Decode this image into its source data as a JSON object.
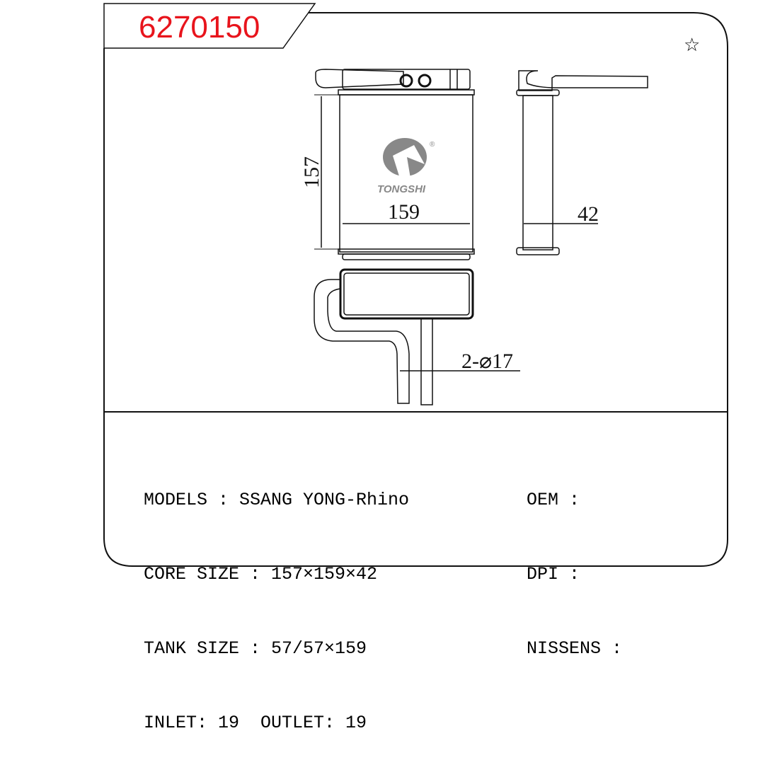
{
  "header": {
    "part_number": "6270150",
    "favorite_icon": "star-outline-icon"
  },
  "drawing": {
    "brand": "TONGSHI",
    "dimensions": {
      "height": "157",
      "width": "159",
      "depth": "42",
      "pipes": "2-⌀17"
    }
  },
  "specs": {
    "models": "MODELS : SSANG YONG-Rhino",
    "core_size": "CORE SIZE : 157×159×42",
    "tank_size": "TANK SIZE : 57/57×159",
    "inlet_outlet": "INLET: 19  OUTLET: 19",
    "oem": "OEM :",
    "dpi": "DPI :",
    "nissens": "NISSENS :"
  }
}
